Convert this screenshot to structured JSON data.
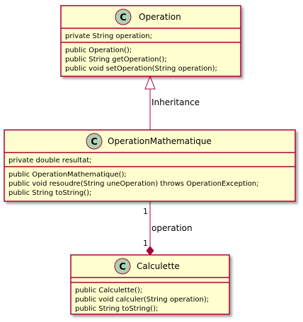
{
  "colors": {
    "class_fill": "#FEFECE",
    "border": "#A80036",
    "class_circle": "#ADD1B2"
  },
  "classes": [
    {
      "id": "operation",
      "icon": "C",
      "name": "Operation",
      "attributes": [
        "private String operation;"
      ],
      "methods": [
        "public Operation();",
        "public String getOperation();",
        "public void setOperation(String operation);"
      ]
    },
    {
      "id": "operation-mathematique",
      "icon": "C",
      "name": "OperationMathematique",
      "attributes": [
        "private double resultat;"
      ],
      "methods": [
        "public OperationMathematique();",
        "public void resoudre(String uneOperation) throws OperationException;",
        "public String toString();"
      ]
    },
    {
      "id": "calculette",
      "icon": "C",
      "name": "Calculette",
      "attributes": [],
      "methods": [
        "public Calculette();",
        "public void calculer(String operation);",
        "public String toString();"
      ]
    }
  ],
  "relations": [
    {
      "type": "inheritance",
      "from": "OperationMathematique",
      "to": "Operation",
      "label": "Inheritance"
    },
    {
      "type": "composition",
      "from": "OperationMathematique",
      "to": "Calculette",
      "label": "operation",
      "multiplicity_from": "1",
      "multiplicity_to": "1"
    }
  ]
}
